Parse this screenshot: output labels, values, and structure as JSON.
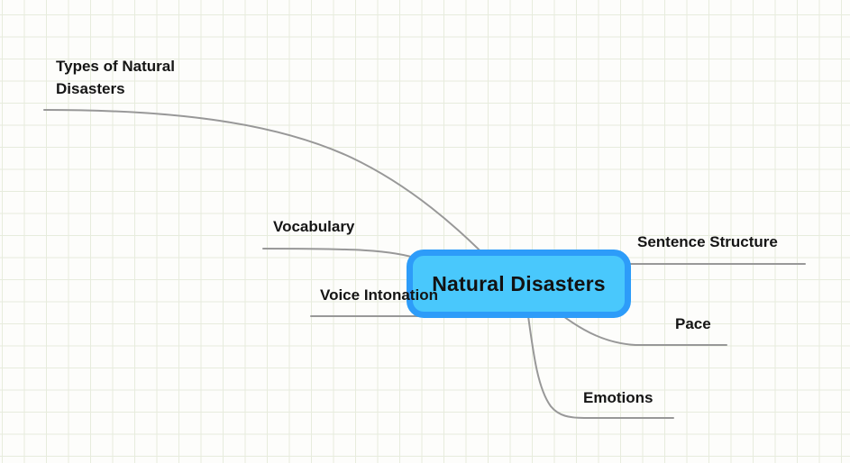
{
  "diagram": {
    "type": "mindmap",
    "center": {
      "label": "Natural Disasters"
    },
    "branches": [
      {
        "id": "types-of-natural-disasters",
        "label": "Types of Natural Disasters",
        "position": "upper-left"
      },
      {
        "id": "vocabulary",
        "label": "Vocabulary",
        "position": "left"
      },
      {
        "id": "voice-intonation",
        "label": "Voice Intonation",
        "position": "lower-left"
      },
      {
        "id": "sentence-structure",
        "label": "Sentence Structure",
        "position": "right"
      },
      {
        "id": "pace",
        "label": "Pace",
        "position": "lower-right"
      },
      {
        "id": "emotions",
        "label": "Emotions",
        "position": "bottom"
      }
    ],
    "colors": {
      "node_fill": "#49c8fc",
      "node_border": "#2d9cf9",
      "connector": "#989898",
      "text": "#151515",
      "grid_line": "#e7ecdd",
      "background": "#fdfdfb"
    }
  }
}
